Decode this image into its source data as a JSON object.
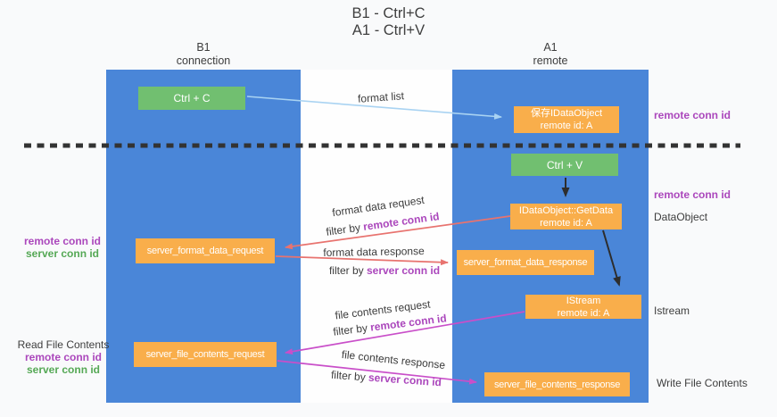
{
  "title": {
    "line1": "B1 - Ctrl+C",
    "line2": "A1 - Ctrl+V"
  },
  "lanes": {
    "b1": {
      "title": "B1",
      "subtitle": "connection"
    },
    "a1": {
      "title": "A1",
      "subtitle": "remote"
    }
  },
  "nodes": {
    "ctrl_c": "Ctrl + C",
    "ctrl_v": "Ctrl + V",
    "saved_dataobject": {
      "line1": "保存IDataObject",
      "line2": "remote id: A"
    },
    "getdata": {
      "line1": "IDataObject::GetData",
      "line2": "remote id: A"
    },
    "istream": {
      "line1": "IStream",
      "line2": "remote id: A"
    },
    "server_format_data_request": "server_format_data_request",
    "server_format_data_response": "server_format_data_response",
    "server_file_contents_request": "server_file_contents_request",
    "server_file_contents_response": "server_file_contents_response"
  },
  "edges": {
    "format_list": "format list",
    "format_data_request": {
      "text": "format data request",
      "filter_prefix": "filter by ",
      "filter_value": "remote conn id"
    },
    "format_data_response": {
      "text": "format data response",
      "filter_prefix": "filter by ",
      "filter_value": "server conn id"
    },
    "file_contents_request": {
      "text": "file contents request",
      "filter_prefix": "filter by ",
      "filter_value": "remote conn id"
    },
    "file_contents_response": {
      "text": "file contents response",
      "filter_prefix": "filter by ",
      "filter_value": "server conn id"
    }
  },
  "annotations": {
    "left_format": {
      "remote": "remote conn id",
      "server": "server conn id"
    },
    "left_file": {
      "title": "Read File Contents",
      "remote": "remote conn id",
      "server": "server conn id"
    },
    "right_top_remote": "remote conn id",
    "right_mid_remote": "remote conn id",
    "right_dataobject": "DataObject",
    "right_istream": "Istream",
    "right_write": "Write File Contents"
  },
  "colors": {
    "lane_blue": "#4a86d8",
    "node_green": "#71bf70",
    "node_orange": "#f9ae4b",
    "arrow_light_blue": "#a9d3f2",
    "arrow_red": "#e8736f",
    "arrow_magenta": "#c94fc9",
    "arrow_black": "#2d2d2d",
    "text_purple": "#ab47bc",
    "text_green": "#55a855",
    "dashed_line": "#333333"
  }
}
